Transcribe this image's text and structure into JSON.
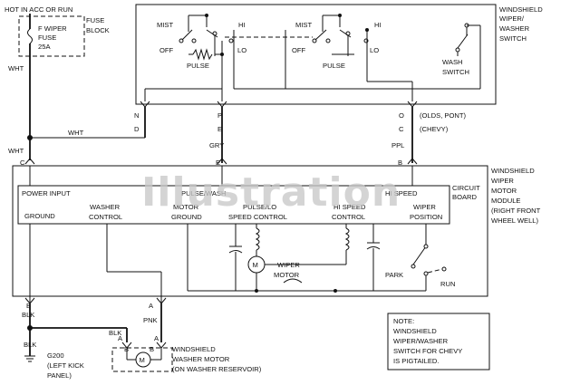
{
  "top": {
    "hot": "HOT IN ACC OR RUN",
    "fuse_block_1": "FUSE",
    "fuse_block_2": "BLOCK",
    "fuse_1": "F WIPER",
    "fuse_2": "FUSE",
    "fuse_3": "25A",
    "wht_1": "WHT",
    "wht_2": "WHT",
    "wht_3": "WHT"
  },
  "switch": {
    "title_1": "WINDSHIELD",
    "title_2": "WIPER/",
    "title_3": "WASHER",
    "title_4": "SWITCH",
    "mist": "MIST",
    "hi": "HI",
    "off": "OFF",
    "lo": "LO",
    "pulse": "PULSE",
    "wash_1": "WASH",
    "wash_2": "SWITCH"
  },
  "connectors": {
    "n": "N",
    "d": "D",
    "p": "P",
    "e": "E",
    "o": "O",
    "c": "C",
    "olds": "(OLDS, PONT)",
    "chevy": "(CHEVY)",
    "gry": "GRY",
    "ppl": "PPL",
    "c_mod": "C",
    "e_mod": "E",
    "b_mod": "B"
  },
  "module": {
    "title_1": "WINDSHIELD",
    "title_2": "WIPER",
    "title_3": "MOTOR",
    "title_4": "MODULE",
    "title_5": "(RIGHT FRONT",
    "title_6": "WHEEL WELL)",
    "circuit_1": "CIRCUIT",
    "circuit_2": "BOARD",
    "power_input": "POWER INPUT",
    "pulse_wash": "PULSE/WASH",
    "hi_speed": "HI SPEED",
    "ground": "GROUND",
    "washer_1": "WASHER",
    "washer_2": "CONTROL",
    "motor_1": "MOTOR",
    "motor_2": "GROUND",
    "pulse_lo_1": "PULSE/LO",
    "pulse_lo_2": "SPEED CONTROL",
    "hi_ctrl_1": "HI SPEED",
    "hi_ctrl_2": "CONTROL",
    "wiper_1": "WIPER",
    "wiper_2": "POSITION",
    "wiper_motor_1": "WIPER",
    "wiper_motor_2": "MOTOR",
    "park": "PARK",
    "run": "RUN"
  },
  "bottom": {
    "b": "B",
    "a": "A",
    "blk_1": "BLK",
    "blk_2": "BLK",
    "blk_3": "BLK",
    "pnk": "PNK",
    "b2": "B",
    "a2": "A",
    "a3": "A",
    "b3": "B",
    "g200": "G200",
    "kick_1": "(LEFT KICK",
    "kick_2": "PANEL)",
    "washer_motor_1": "WINDSHIELD",
    "washer_motor_2": "WASHER MOTOR",
    "washer_motor_3": "(ON WASHER RESERVOIR)"
  },
  "note": {
    "l1": "NOTE:",
    "l2": "WINDSHIELD",
    "l3": "WIPER/WASHER",
    "l4": "SWITCH FOR CHEVY",
    "l5": "IS PIGTAILED."
  },
  "watermark": "Illustration"
}
